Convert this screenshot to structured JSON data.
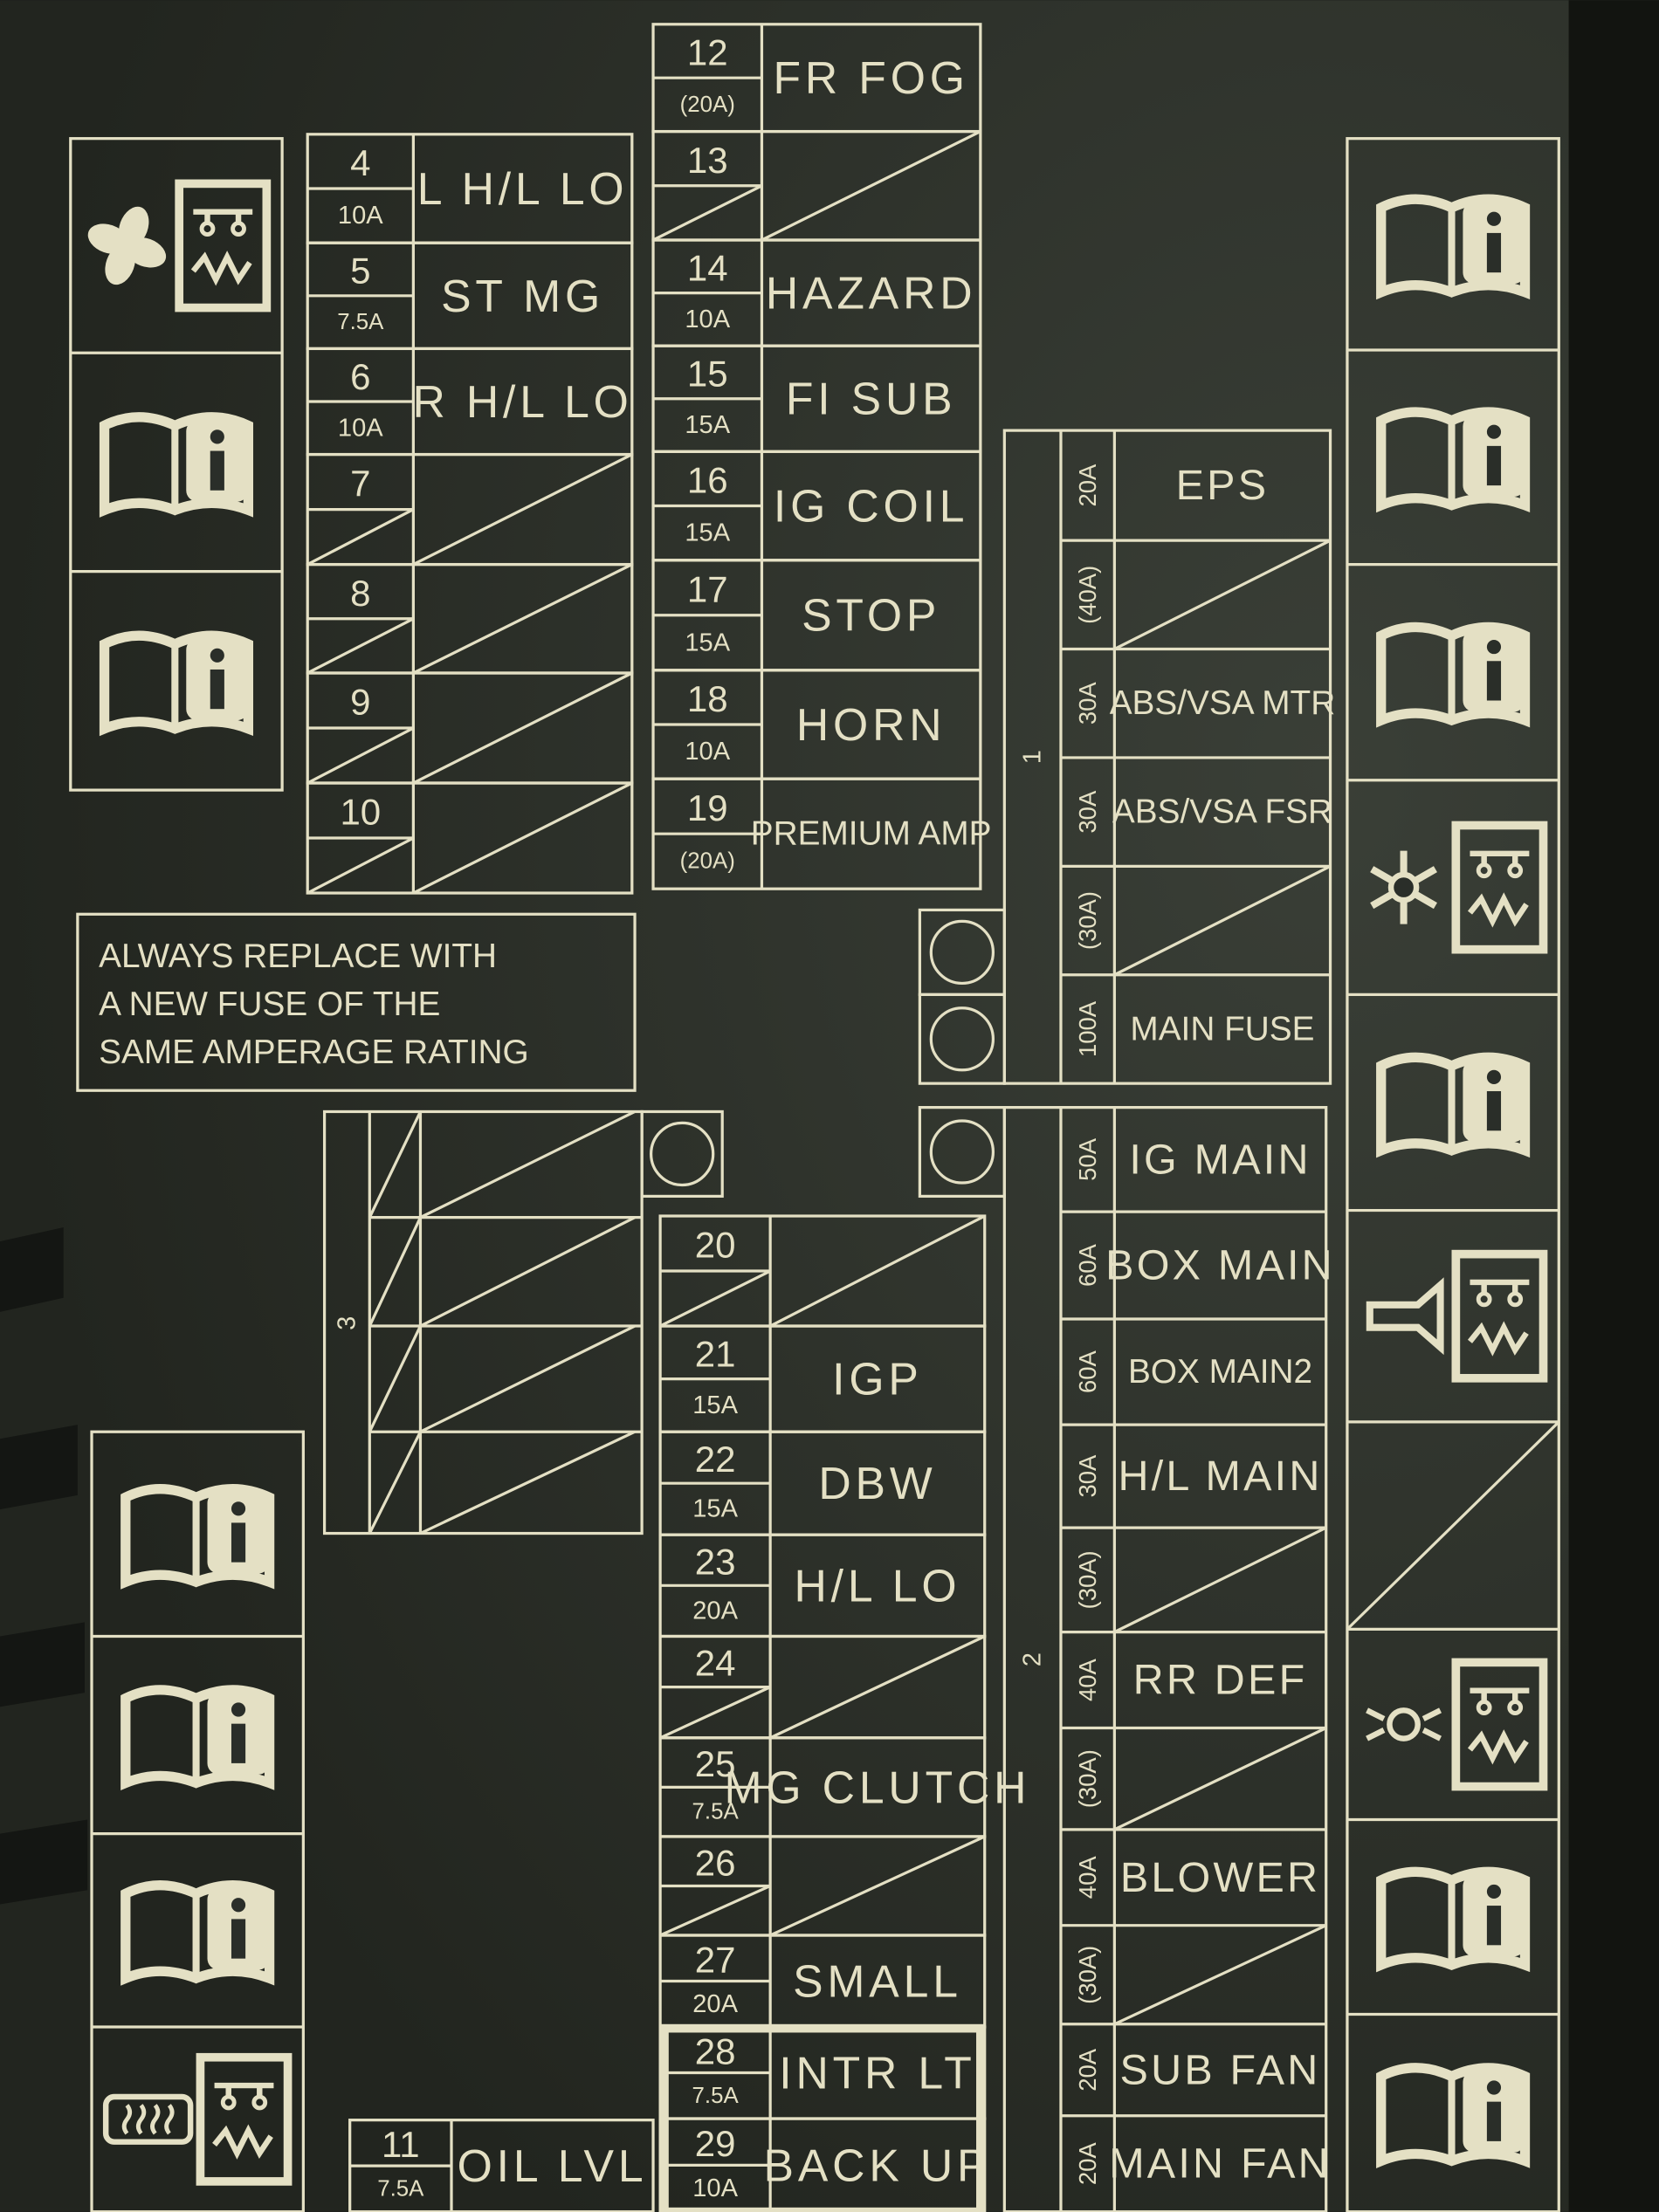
{
  "colors": {
    "panel": "#2a2e29",
    "ink": "#e4e0c4",
    "edge": "#111310"
  },
  "notice": {
    "lines": [
      "ALWAYS REPLACE WITH",
      "A NEW FUSE OF THE",
      "SAME AMPERAGE RATING"
    ]
  },
  "column_a": [
    {
      "n": "4",
      "a": "10A",
      "l": "L H/L LO"
    },
    {
      "n": "5",
      "a": "7.5A",
      "l": "ST MG"
    },
    {
      "n": "6",
      "a": "10A",
      "l": "R H/L LO"
    },
    {
      "n": "7"
    },
    {
      "n": "8"
    },
    {
      "n": "9"
    },
    {
      "n": "10"
    }
  ],
  "column_b": [
    {
      "n": "12",
      "a": "(20A)",
      "l": "FR FOG"
    },
    {
      "n": "13"
    },
    {
      "n": "14",
      "a": "10A",
      "l": "HAZARD"
    },
    {
      "n": "15",
      "a": "15A",
      "l": "FI SUB"
    },
    {
      "n": "16",
      "a": "15A",
      "l": "IG COIL"
    },
    {
      "n": "17",
      "a": "15A",
      "l": "STOP"
    },
    {
      "n": "18",
      "a": "10A",
      "l": "HORN"
    },
    {
      "n": "19",
      "a": "(20A)",
      "l": "PREMIUM AMP"
    }
  ],
  "column_e": [
    {
      "n": "20"
    },
    {
      "n": "21",
      "a": "15A",
      "l": "IGP"
    },
    {
      "n": "22",
      "a": "15A",
      "l": "DBW"
    },
    {
      "n": "23",
      "a": "20A",
      "l": "H/L LO"
    },
    {
      "n": "24"
    },
    {
      "n": "25",
      "a": "7.5A",
      "l": "MG CLUTCH"
    },
    {
      "n": "26"
    },
    {
      "n": "27",
      "a": "20A",
      "l": "SMALL"
    },
    {
      "n": "28",
      "a": "7.5A",
      "l": "INTR LT"
    },
    {
      "n": "29",
      "a": "10A",
      "l": "BACK UP"
    }
  ],
  "fuse_11": [
    {
      "n": "11",
      "a": "7.5A",
      "l": "OIL LVL"
    }
  ],
  "block_1": {
    "label": "1",
    "rows": [
      {
        "a": "20A",
        "l": "EPS"
      },
      {
        "a": "(40A)"
      },
      {
        "a": "30A",
        "l": "ABS/VSA MTR"
      },
      {
        "a": "30A",
        "l": "ABS/VSA FSR"
      },
      {
        "a": "(30A)"
      },
      {
        "a": "100A",
        "l": "MAIN FUSE"
      }
    ]
  },
  "block_2": {
    "label": "2",
    "rows": [
      {
        "a": "50A",
        "l": "IG MAIN"
      },
      {
        "a": "60A",
        "l": "BOX MAIN"
      },
      {
        "a": "60A",
        "l": "BOX MAIN2"
      },
      {
        "a": "30A",
        "l": "H/L MAIN"
      },
      {
        "a": "(30A)"
      },
      {
        "a": "40A",
        "l": "RR DEF"
      },
      {
        "a": "(30A)"
      },
      {
        "a": "40A",
        "l": "BLOWER"
      },
      {
        "a": "(30A)"
      },
      {
        "a": "20A",
        "l": "SUB FAN"
      },
      {
        "a": "20A",
        "l": "MAIN FAN"
      }
    ]
  },
  "block_3": {
    "label": "3"
  },
  "icons": {
    "left_top": [
      "fan-relay",
      "book-info",
      "book-info"
    ],
    "left_bottom": [
      "book-info",
      "book-info",
      "book-info",
      "defroster-relay"
    ],
    "right": [
      "book-info",
      "book-info",
      "book-info",
      "snowflake-relay",
      "book-info",
      "horn-relay",
      "blank",
      "light-relay",
      "book-info",
      "book-info"
    ]
  }
}
